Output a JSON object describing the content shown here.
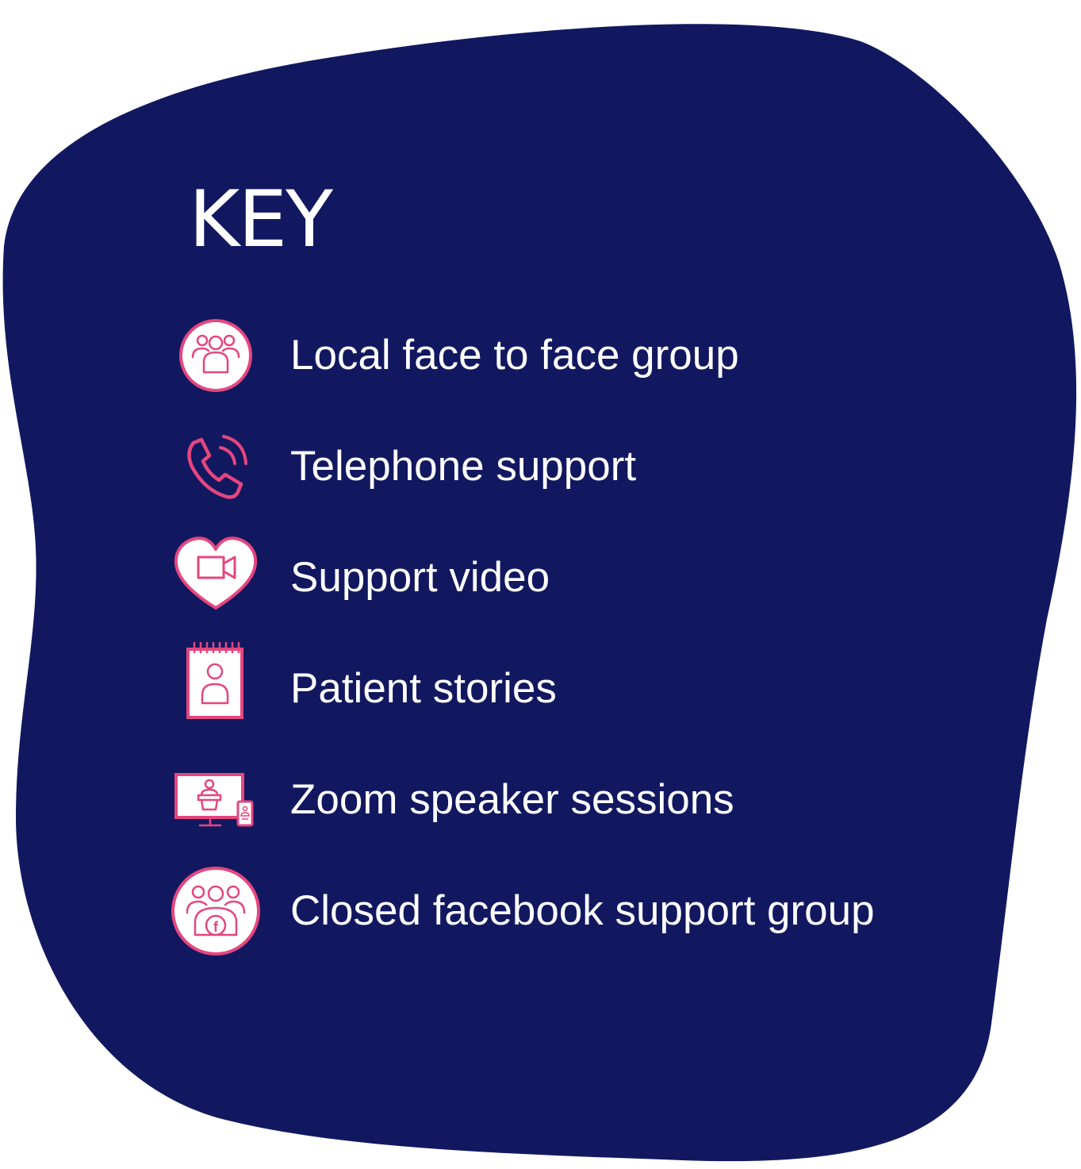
{
  "colors": {
    "background": "#ffffff",
    "blob": "#121860",
    "accent": "#e5467f",
    "text": "#ffffff"
  },
  "key": {
    "title": "KEY",
    "items": [
      {
        "icon": "group-icon",
        "label": "Local face to face group"
      },
      {
        "icon": "telephone-icon",
        "label": "Telephone support"
      },
      {
        "icon": "heart-video-icon",
        "label": "Support video"
      },
      {
        "icon": "notepad-person-icon",
        "label": "Patient stories"
      },
      {
        "icon": "monitor-speaker-icon",
        "label": "Zoom speaker sessions"
      },
      {
        "icon": "facebook-group-icon",
        "label": "Closed facebook support group"
      }
    ]
  }
}
